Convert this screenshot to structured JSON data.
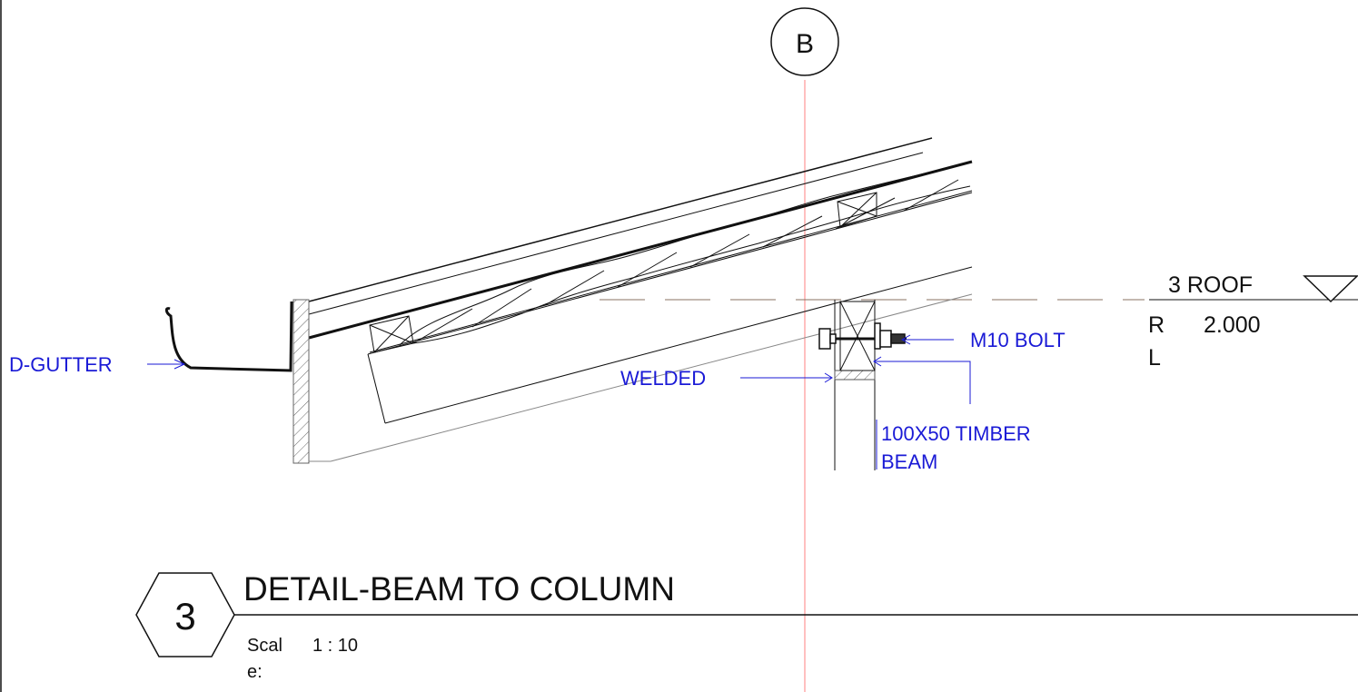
{
  "grid": {
    "label": "B"
  },
  "level": {
    "name": "3 ROOF",
    "rl_label_line1": "R",
    "rl_label_line2": "L",
    "rl_value": "2.000"
  },
  "annotations": {
    "d_gutter": "D-GUTTER",
    "welded": "WELDED",
    "m10_bolt": "M10 BOLT",
    "timber_beam_line1": "100X50 TIMBER",
    "timber_beam_line2": "BEAM"
  },
  "title_block": {
    "number": "3",
    "title": "DETAIL-BEAM TO COLUMN",
    "scale_label_line1": "Scal",
    "scale_label_line2": "e:",
    "scale_value": "1 : 10"
  },
  "colors": {
    "annotation": "#1a1ad6",
    "gridline": "#ff8080",
    "linework": "#111111"
  }
}
